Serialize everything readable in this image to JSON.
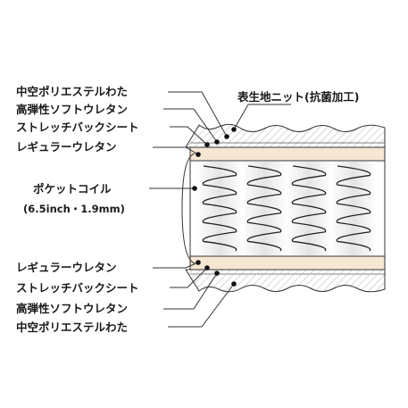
{
  "labels": {
    "top_cover": "表生地ニット(抗菌加工)",
    "top_hollow_poly": "中空ポリエステルわた",
    "top_high_resilience": "高弾性ソフトウレタン",
    "top_stretch_back": "ストレッチバックシート",
    "top_regular": "レギュラーウレタン",
    "pocket_coil": "ポケットコイル",
    "pocket_coil_spec": "(6.5inch・1.9mm)",
    "bottom_regular": "レギュラーウレタン",
    "bottom_stretch_back": "ストレッチバックシート",
    "bottom_high_resilience": "高弾性ソフトウレタン",
    "bottom_hollow_poly": "中空ポリエステルわた"
  },
  "colors": {
    "quilt_hatch": "#bdbdbd",
    "regular_urethane": "#f6e7d2",
    "coil_pocket": "#e6e6e6",
    "coil_stroke": "#222222",
    "outline": "#333333"
  }
}
